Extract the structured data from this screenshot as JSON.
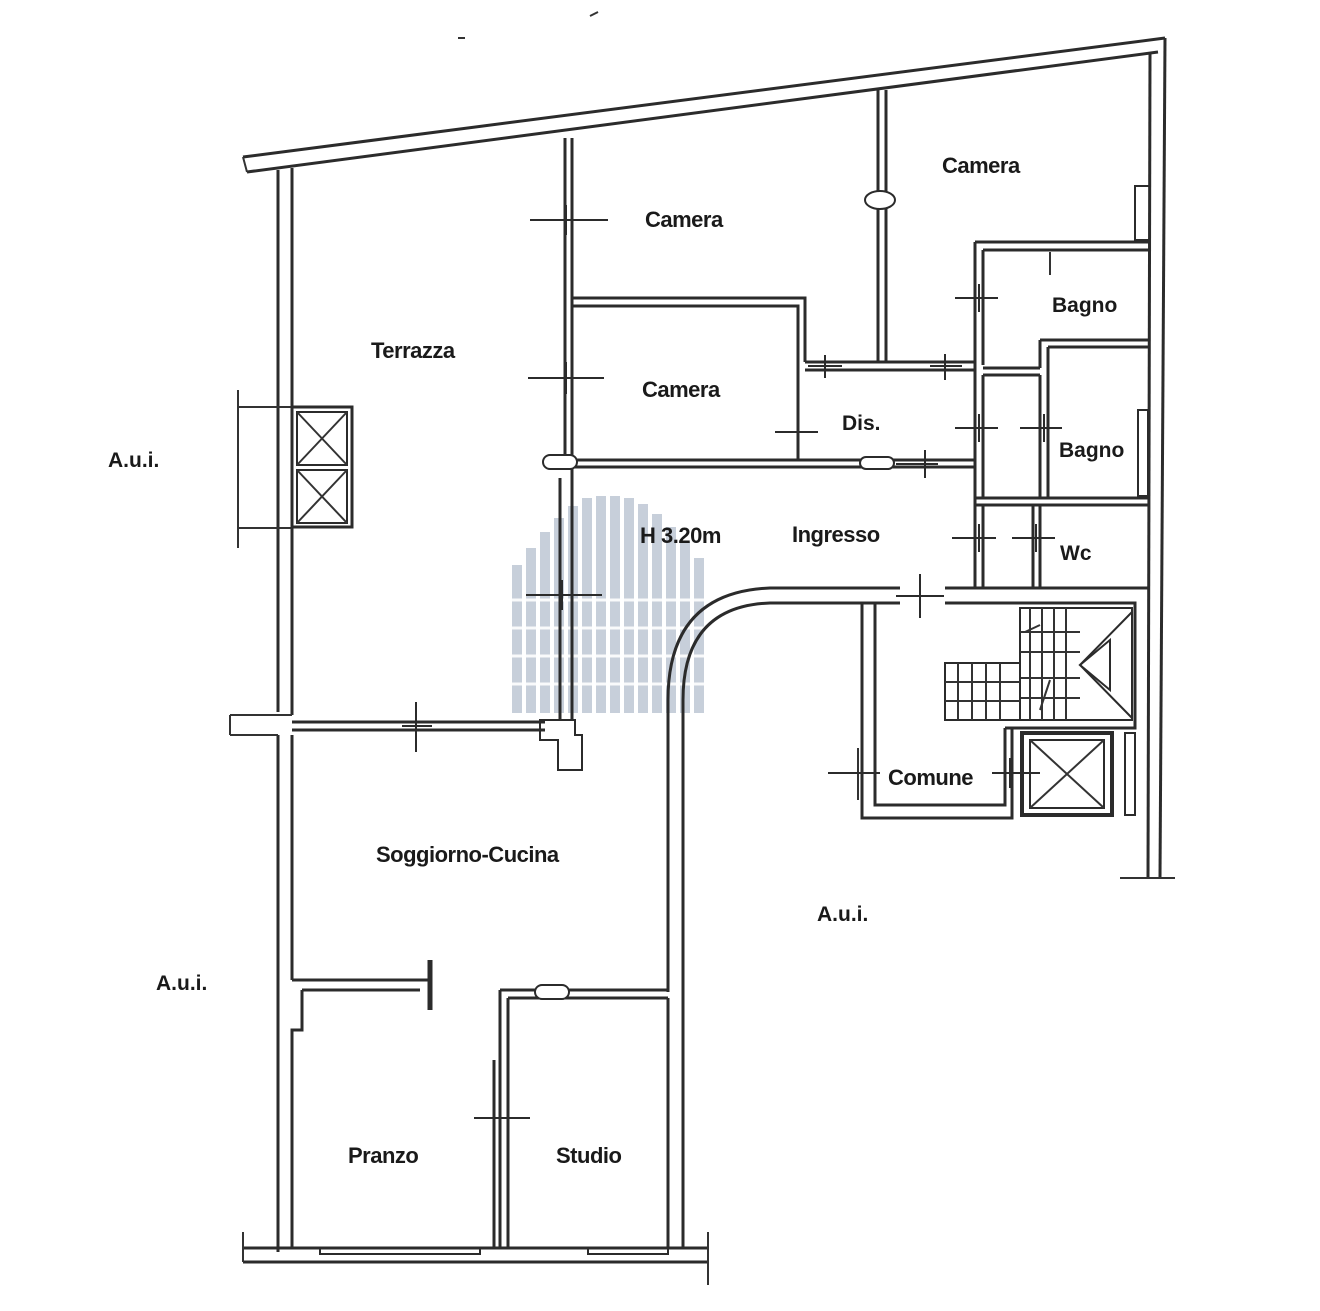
{
  "rooms": {
    "camera_top_right": "Camera",
    "camera_top_middle": "Camera",
    "camera_middle": "Camera",
    "terrazza": "Terrazza",
    "bagno_upper": "Bagno",
    "bagno_lower": "Bagno",
    "dis": "Dis.",
    "ingresso": "Ingresso",
    "wc": "Wc",
    "comune": "Comune",
    "soggiorno_cucina": "Soggiorno-Cucina",
    "pranzo": "Pranzo",
    "studio": "Studio"
  },
  "height_note": "H 3.20m",
  "neighbours": {
    "left_upper": "A.u.i.",
    "left_lower": "A.u.i.",
    "right": "A.u.i."
  },
  "colors": {
    "walls": "#2b2b2b",
    "watermark": "#9aa8bd"
  },
  "watermark_icon": "building-logo-icon"
}
